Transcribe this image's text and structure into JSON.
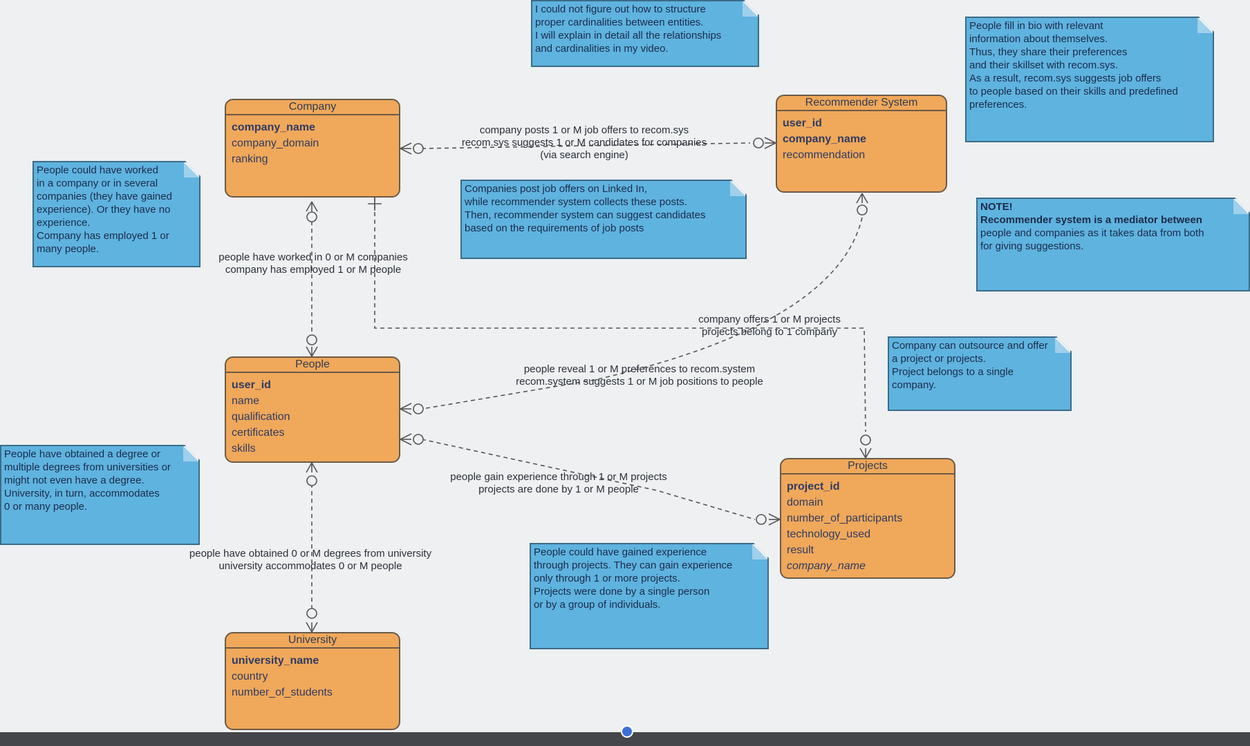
{
  "entities": {
    "company": {
      "title": "Company",
      "attributes": [
        {
          "text": "company_name",
          "key": true
        },
        {
          "text": "company_domain"
        },
        {
          "text": "ranking"
        }
      ]
    },
    "recommender": {
      "title": "Recommender System",
      "attributes": [
        {
          "text": "user_id",
          "key": true
        },
        {
          "text": "company_name",
          "key": true
        },
        {
          "text": "recommendation"
        }
      ]
    },
    "people": {
      "title": "People",
      "attributes": [
        {
          "text": "user_id",
          "key": true
        },
        {
          "text": "name"
        },
        {
          "text": "qualification"
        },
        {
          "text": "certificates"
        },
        {
          "text": "skills"
        }
      ]
    },
    "projects": {
      "title": "Projects",
      "attributes": [
        {
          "text": "project_id",
          "key": true
        },
        {
          "text": "domain"
        },
        {
          "text": "number_of_participants"
        },
        {
          "text": "technology_used"
        },
        {
          "text": "result"
        },
        {
          "text": "company_name",
          "italic": true
        }
      ]
    },
    "university": {
      "title": "University",
      "attributes": [
        {
          "text": "university_name",
          "key": true
        },
        {
          "text": "country"
        },
        {
          "text": "number_of_students"
        }
      ]
    }
  },
  "notes": {
    "top": [
      "I could not figure out how to structure",
      "proper cardinalities between entities.",
      "I will explain in detail all the relationships",
      "and cardinalities in my video."
    ],
    "bio": [
      "People fill in bio with relevant",
      "information about themselves.",
      "Thus, they share their preferences",
      "and their skillset with recom.sys.",
      "As a result, recom.sys suggests job offers",
      "to people based on their skills and predefined",
      "preferences."
    ],
    "worked": [
      "People could have worked",
      "in a company or in several",
      "companies (they have gained",
      "experience). Or they have no",
      "experience.",
      "Company has employed 1 or",
      "many people."
    ],
    "linkedin": [
      "Companies post job offers on Linked In,",
      "while recommender system collects these posts.",
      "Then, recommender system can suggest candidates",
      "based on the requirements of job posts"
    ],
    "mediator": [
      "NOTE!",
      "Recommender system is a mediator between",
      "people and companies as it takes data from both",
      "for giving suggestions."
    ],
    "outsource": [
      "Company can outsource and offer",
      "a project or projects.",
      "Project belongs to a single",
      "company."
    ],
    "degree": [
      "People have obtained a degree or",
      "multiple degrees from universities or",
      "might not even have a degree.",
      "University, in turn, accommodates",
      "0 or many people."
    ],
    "experience": [
      "People could have gained experience",
      "through projects. They can gain experience",
      "only through 1 or more projects.",
      "Projects were done by a single person",
      "or by a group of individuals."
    ]
  },
  "relationships": {
    "company_recsys": [
      "company posts 1 or M job offers to recom.sys",
      "recom.sys suggests 1 or M candidates for companies",
      "(via search engine)"
    ],
    "people_company": [
      "people have worked in 0 or M companies",
      "company has employed 1 or M people"
    ],
    "company_projects": [
      "company offers 1 or M projects",
      "projects belong to 1 company"
    ],
    "people_recsys": [
      "people reveal 1 or M preferences to recom.system",
      "recom.system suggests 1 or M job positions to people"
    ],
    "people_projects": [
      "people gain experience through 1 or M projects",
      "projects are done by 1 or M people"
    ],
    "people_university": [
      "people have obtained 0 or M degrees from university",
      "university accommodates 0 or M people"
    ]
  },
  "colors": {
    "entity_fill": "#f0a85a",
    "note_fill": "#5fb3df",
    "line": "#555555"
  }
}
